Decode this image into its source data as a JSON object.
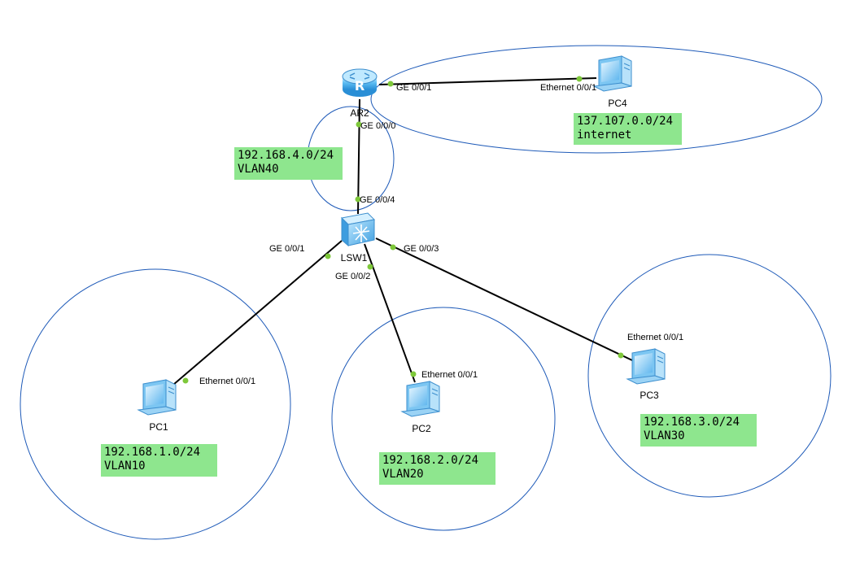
{
  "devices": {
    "router": {
      "name": "AR2",
      "icon": "router-icon"
    },
    "switch": {
      "name": "LSW1",
      "icon": "switch-icon"
    },
    "pc1": {
      "name": "PC1",
      "icon": "pc-icon"
    },
    "pc2": {
      "name": "PC2",
      "icon": "pc-icon"
    },
    "pc3": {
      "name": "PC3",
      "icon": "pc-icon"
    },
    "pc4": {
      "name": "PC4",
      "icon": "pc-icon"
    }
  },
  "links": {
    "ar2_pc4": {
      "a_port": "GE 0/0/1",
      "b_port": "Ethernet 0/0/1"
    },
    "ar2_lsw1": {
      "a_port": "GE 0/0/0",
      "b_port": "GE 0/0/4"
    },
    "lsw1_pc1": {
      "a_port": "GE 0/0/1",
      "b_port": "Ethernet 0/0/1"
    },
    "lsw1_pc2": {
      "a_port": "GE 0/0/2",
      "b_port": "Ethernet 0/0/1"
    },
    "lsw1_pc3": {
      "a_port": "GE 0/0/3",
      "b_port": "Ethernet 0/0/1"
    }
  },
  "networks": {
    "internet": {
      "subnet": "137.107.0.0/24",
      "name": "internet"
    },
    "vlan40": {
      "subnet": "192.168.4.0/24",
      "name": "VLAN40"
    },
    "vlan10": {
      "subnet": "192.168.1.0/24",
      "name": "VLAN10"
    },
    "vlan20": {
      "subnet": "192.168.2.0/24",
      "name": "VLAN20"
    },
    "vlan30": {
      "subnet": "192.168.3.0/24",
      "name": "VLAN30"
    }
  },
  "colors": {
    "area_stroke": "#1e5ab8",
    "link": "#000000",
    "port_dot": "#7ec83a",
    "label_bg": "#8ee68e",
    "device_blue": "#4aa8e8"
  }
}
